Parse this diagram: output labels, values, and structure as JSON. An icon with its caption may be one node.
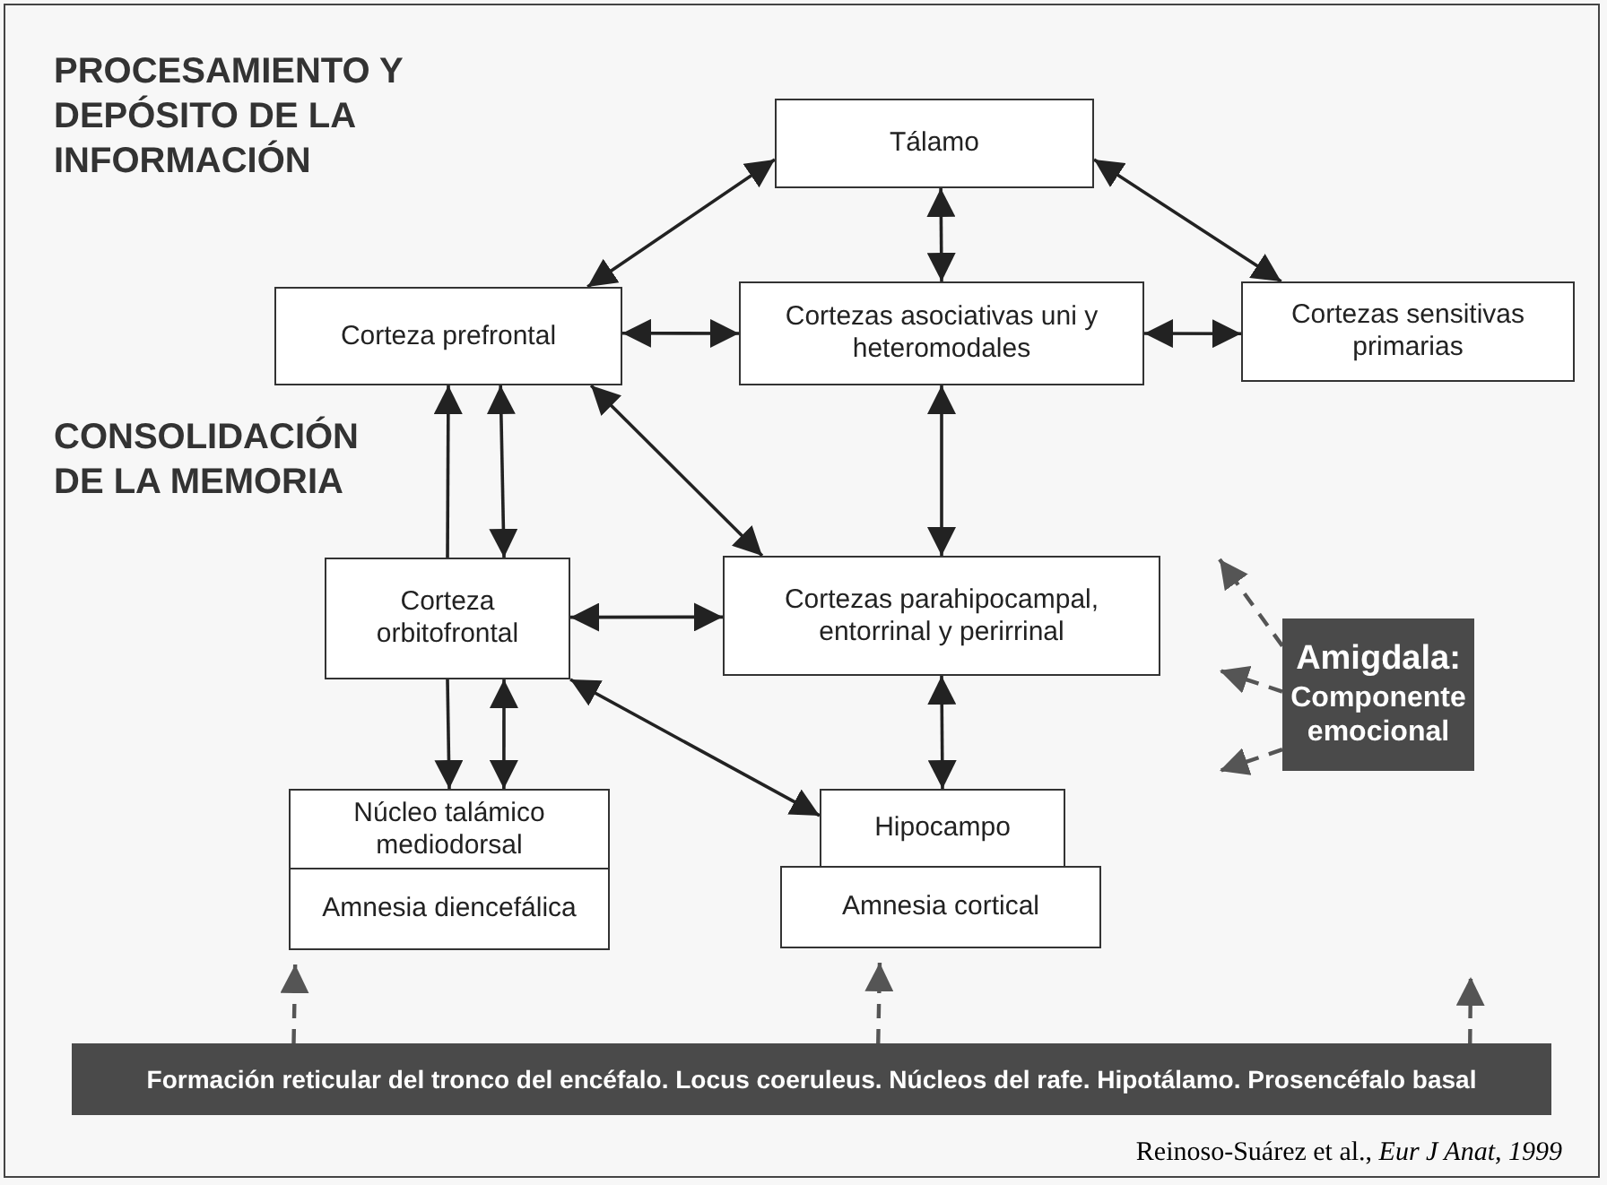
{
  "diagram": {
    "title": "PROCESAMIENTO Y DEPÓSITO DE LA INFORMACIÓN",
    "caption": "Reinoso-Suárez et al., *Eur J Anat, 1999*",
    "nodes": [
      {
        "text": [
          "Tálamo"
        ]
      },
      {
        "text": [
          "Corteza prefrontal"
        ]
      },
      {
        "text": [
          "Cortezas asociativas uni y heteromodales"
        ]
      },
      {
        "text": [
          "Cortezas sensitivas primarias"
        ]
      },
      {
        "text": [
          "Corteza orbitofrontal"
        ]
      },
      {
        "text": [
          "Cortezas parahipocampal, entorrinal y perirrinal"
        ]
      },
      {
        "text": [
          "Núcleo talámico mediodorsal"
        ]
      },
      {
        "text": [
          "Amnesia diencefálica"
        ]
      },
      {
        "text": [
          "Hipocampo"
        ]
      },
      {
        "text": [
          "Amnesia cortical"
        ]
      },
      {
        "text": [
          "Amigdala:",
          "Componente emocional"
        ]
      },
      {
        "text": [
          "Formación reticular del tronco del encéfalo. Locus coeruleus. Núcleos del rafe. Hipotálamo. Prosencéfalo basal"
        ]
      }
    ],
    "edges": [
      {
        "from": 0,
        "to": 1,
        "arrow": "both"
      },
      {
        "from": 0,
        "to": 2,
        "arrow": "both"
      },
      {
        "from": 0,
        "to": 3,
        "arrow": "both"
      },
      {
        "from": 1,
        "to": 2,
        "arrow": "both"
      },
      {
        "from": 2,
        "to": 3,
        "arrow": "both"
      },
      {
        "from": 4,
        "to": 1,
        "arrow": "to"
      },
      {
        "from": 1,
        "to": 4,
        "arrow": "both"
      },
      {
        "from": 1,
        "to": 5,
        "arrow": "both"
      },
      {
        "from": 2,
        "to": 5,
        "arrow": "both"
      },
      {
        "from": 4,
        "to": 5,
        "arrow": "both"
      },
      {
        "from": 4,
        "to": 6,
        "arrow": "to"
      },
      {
        "from": 4,
        "to": 6,
        "arrow": "both"
      },
      {
        "from": 4,
        "to": 8,
        "arrow": "both"
      },
      {
        "from": 5,
        "to": 8,
        "arrow": "both"
      },
      {
        "from": 10,
        "to": null,
        "arrow": "to",
        "style": "dashed"
      },
      {
        "from": 10,
        "to": null,
        "arrow": "to",
        "style": "dashed"
      },
      {
        "from": 10,
        "to": null,
        "arrow": "to",
        "style": "dashed"
      },
      {
        "from": 11,
        "to": 7,
        "arrow": "to",
        "style": "dashed"
      },
      {
        "from": 11,
        "to": 9,
        "arrow": "to",
        "style": "dashed"
      },
      {
        "from": 11,
        "to": null,
        "arrow": "to",
        "style": "dashed"
      }
    ],
    "labels": [
      "CONSOLIDACIÓN DE LA MEMORIA"
    ]
  }
}
